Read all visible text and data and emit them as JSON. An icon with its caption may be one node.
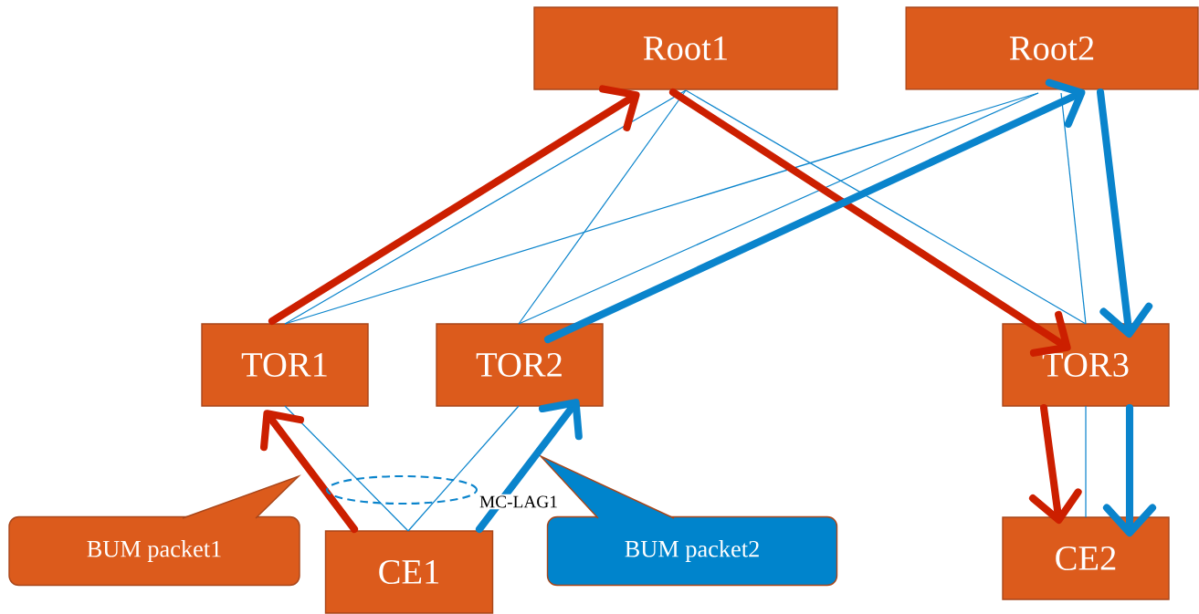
{
  "diagram": {
    "nodes": [
      {
        "text": [
          "Root1"
        ]
      },
      {
        "text": [
          "Root2"
        ]
      },
      {
        "text": [
          "TOR1"
        ]
      },
      {
        "text": [
          "TOR2"
        ]
      },
      {
        "text": [
          "TOR3"
        ]
      },
      {
        "text": [
          "CE1"
        ]
      },
      {
        "text": [
          "CE2"
        ]
      },
      {
        "text": [
          "BUM packet1"
        ]
      },
      {
        "text": [
          "BUM packet2"
        ]
      }
    ],
    "edges": [
      {
        "from": 0,
        "to": 2,
        "arrow": "none"
      },
      {
        "from": 0,
        "to": 3,
        "arrow": "none"
      },
      {
        "from": 0,
        "to": 4,
        "arrow": "none"
      },
      {
        "from": 1,
        "to": 2,
        "arrow": "none"
      },
      {
        "from": 1,
        "to": 3,
        "arrow": "none"
      },
      {
        "from": 1,
        "to": 4,
        "arrow": "none"
      },
      {
        "from": 2,
        "to": 5,
        "arrow": "none"
      },
      {
        "from": 3,
        "to": 5,
        "arrow": "none"
      },
      {
        "from": 4,
        "to": 6,
        "arrow": "none"
      },
      {
        "from": 5,
        "to": 2,
        "arrow": "to",
        "style": "thick",
        "color": "#cc1f00"
      },
      {
        "from": 2,
        "to": 0,
        "arrow": "to",
        "style": "thick",
        "color": "#cc1f00"
      },
      {
        "from": 0,
        "to": 4,
        "arrow": "to",
        "style": "thick",
        "color": "#cc1f00"
      },
      {
        "from": 4,
        "to": 6,
        "arrow": "to",
        "style": "thick",
        "color": "#cc1f00"
      },
      {
        "from": 5,
        "to": 3,
        "arrow": "to",
        "style": "thick"
      },
      {
        "from": 3,
        "to": 1,
        "arrow": "to",
        "style": "thick"
      },
      {
        "from": 1,
        "to": 4,
        "arrow": "to",
        "style": "thick"
      },
      {
        "from": 4,
        "to": 6,
        "arrow": "to",
        "style": "thick"
      }
    ],
    "labels": [
      "MC-LAG1"
    ]
  }
}
